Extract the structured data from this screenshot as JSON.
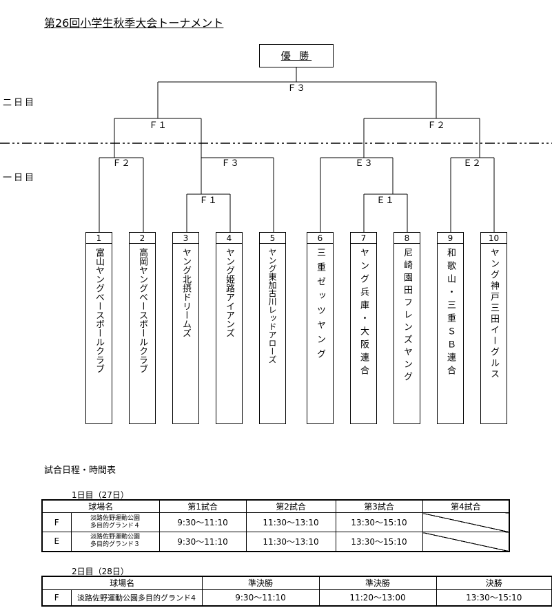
{
  "title": "第26回小学生秋季大会トーナメント",
  "champion": "優 勝",
  "day_labels": {
    "day2": "二日目",
    "day1": "一日目"
  },
  "matches": {
    "final": "Ｆ３",
    "semi_left": "Ｆ１",
    "semi_right": "Ｆ２",
    "q1": "Ｆ２",
    "q2": "Ｆ３",
    "q3": "Ｅ３",
    "q4": "Ｅ２",
    "r1": "Ｆ１",
    "r2": "Ｅ１"
  },
  "teams": [
    {
      "num": "1",
      "name": "富山ヤングベースボールクラブ"
    },
    {
      "num": "2",
      "name": "高岡ヤングベースボールクラブ"
    },
    {
      "num": "3",
      "name": "ヤング北摂ドリームズ"
    },
    {
      "num": "4",
      "name": "ヤング姫路アイアンズ"
    },
    {
      "num": "5",
      "name": "ヤング東加古川レッドアローズ"
    },
    {
      "num": "6",
      "name": "三重ゼッツヤング"
    },
    {
      "num": "7",
      "name": "ヤング兵庫・大阪連合"
    },
    {
      "num": "8",
      "name": "尼崎園田フレンズヤング"
    },
    {
      "num": "9",
      "name": "和歌山・三重ＳＢ連合"
    },
    {
      "num": "10",
      "name": "ヤング神戸三田イーグルス"
    }
  ],
  "schedule": {
    "title": "試合日程・時間表",
    "day1": {
      "caption": "1日目（27日）",
      "headers": [
        "球場名",
        "第1試合",
        "第2試合",
        "第3試合",
        "第4試合"
      ],
      "rows": [
        {
          "code": "F",
          "venue_line1": "淡路佐野運動公園",
          "venue_line2": "多目的グランド４",
          "times": [
            "9:30～11:10",
            "11:30～13:10",
            "13:30～15:10"
          ]
        },
        {
          "code": "E",
          "venue_line1": "淡路佐野運動公園",
          "venue_line2": "多目的グランド３",
          "times": [
            "9:30～11:10",
            "11:30～13:10",
            "13:30～15:10"
          ]
        }
      ]
    },
    "day2": {
      "caption": "2日目（28日）",
      "headers": [
        "球場名",
        "準決勝",
        "準決勝",
        "決勝"
      ],
      "rows": [
        {
          "code": "F",
          "venue": "淡路佐野運動公園多目的グランド4",
          "times": [
            "9:30～11:10",
            "11:20～13:00",
            "13:30～15:10"
          ]
        }
      ]
    }
  }
}
